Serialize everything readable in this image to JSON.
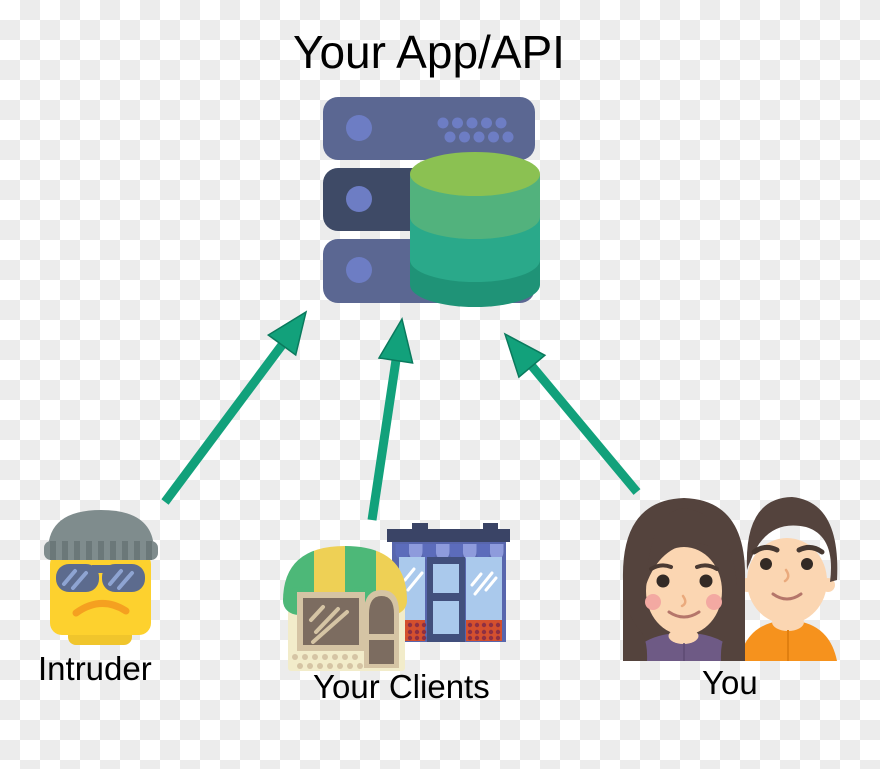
{
  "diagram": {
    "title": "Your App/API",
    "center_node": {
      "id": "app-api",
      "icon": "server-database-icon"
    },
    "nodes": [
      {
        "id": "intruder",
        "label": "Intruder",
        "icon": "burglar-emoji-icon"
      },
      {
        "id": "clients",
        "label": "Your Clients",
        "icon": "storefronts-icon"
      },
      {
        "id": "you",
        "label": "You",
        "icon": "couple-icon"
      }
    ],
    "edges": [
      {
        "from": "intruder",
        "to": "app-api"
      },
      {
        "from": "clients",
        "to": "app-api"
      },
      {
        "from": "you",
        "to": "app-api"
      }
    ]
  },
  "colors": {
    "arrow": "#12a17b",
    "arrow_outline": "#0a7a5d",
    "server_bar_light": "#5b6792",
    "server_bar_dark": "#3e4a66",
    "server_led": "#6d7dc4",
    "db_top": "#8bc152",
    "db_band_green": "#52b27d",
    "db_band_teal": "#2aa98a",
    "db_band_dark": "#1f9377",
    "intruder_face": "#fdd12e",
    "intruder_hat": "#7f8c8d",
    "intruder_glasses": "#5c6b8e",
    "intruder_frown": "#f5a020",
    "shop_cream": "#f2ecca",
    "shop_awning_green": "#4db878",
    "shop_awning_yellow": "#eed055",
    "shop_blue_frame": "#5866ad",
    "shop_blue_roof": "#3a4466",
    "shop_window_blue": "#aac9ec",
    "shop_brick": "#d4502e",
    "hair_brown": "#54433d",
    "skin": "#fbd6b2",
    "woman_shirt": "#6e5a85",
    "man_shirt": "#f6921d",
    "checker": "#ececec"
  }
}
